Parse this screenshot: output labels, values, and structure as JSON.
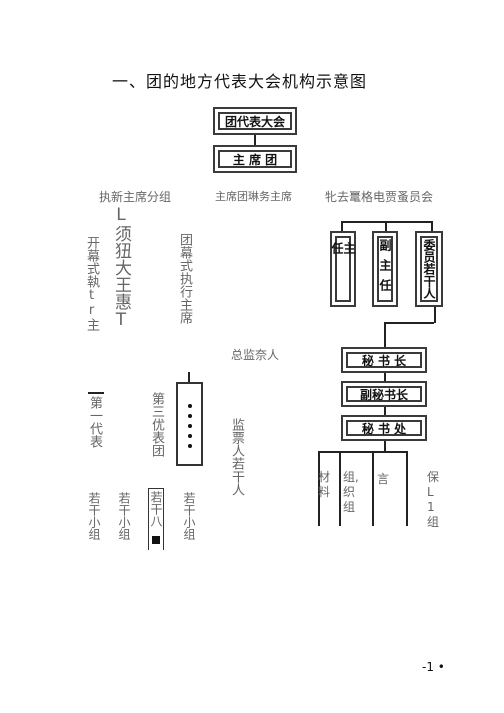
{
  "title": "一、团的地方代表大会机构示意图",
  "top_boxes": {
    "congress": "团代表大会",
    "presidium": "主  席  团"
  },
  "col_headers": {
    "left": "执新主席分组",
    "middle": "主席团琳务主席",
    "right": "牝去鼍格电贾蚤员会"
  },
  "left_vertical": {
    "col1": "开幕式執tr主",
    "col2": "L须狃大王惠T",
    "col3": "团幕式执行主席"
  },
  "right_boxes": {
    "chair": "主任",
    "vice": "副主任",
    "members": "委员若干人"
  },
  "secretariat": {
    "secretary_general": "秘 书 长",
    "deputy": "副秘书长",
    "office": "秘  书  处"
  },
  "office_units": [
    "材料",
    "组,织组",
    "言",
    "保L1组"
  ],
  "middle_items": {
    "chief_supervisor": "总监奈人",
    "supervisors": "监票人若干人"
  },
  "delegations": {
    "first": "第一代表",
    "third": "第三优表团"
  },
  "groups": [
    "若干小组",
    "若干小组",
    "若干八",
    "若干小组"
  ],
  "page_number": "-1 •"
}
